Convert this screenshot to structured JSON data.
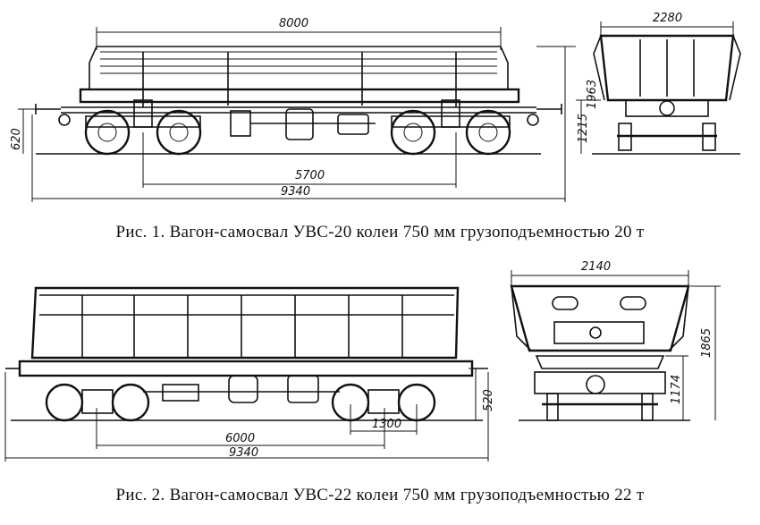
{
  "figure1": {
    "caption": "Рис. 1. Вагон-самосвал УВС-20 колеи 750 мм грузоподъемностью 20 т",
    "dims": {
      "overall_length": "8000",
      "width": "2280",
      "height": "1963",
      "axle_height": "1215",
      "coupler_height": "620",
      "bogie_base": "5700",
      "total_length": "9340"
    }
  },
  "figure2": {
    "caption": "Рис. 2. Вагон-самосвал УВС-22 колеи 750 мм грузоподъемностью 22 т",
    "dims": {
      "width": "2140",
      "height": "1865",
      "axle_height": "1174",
      "coupler_height": "520",
      "wheel_base": "1300",
      "bogie_base": "6000",
      "total_length": "9340"
    }
  }
}
